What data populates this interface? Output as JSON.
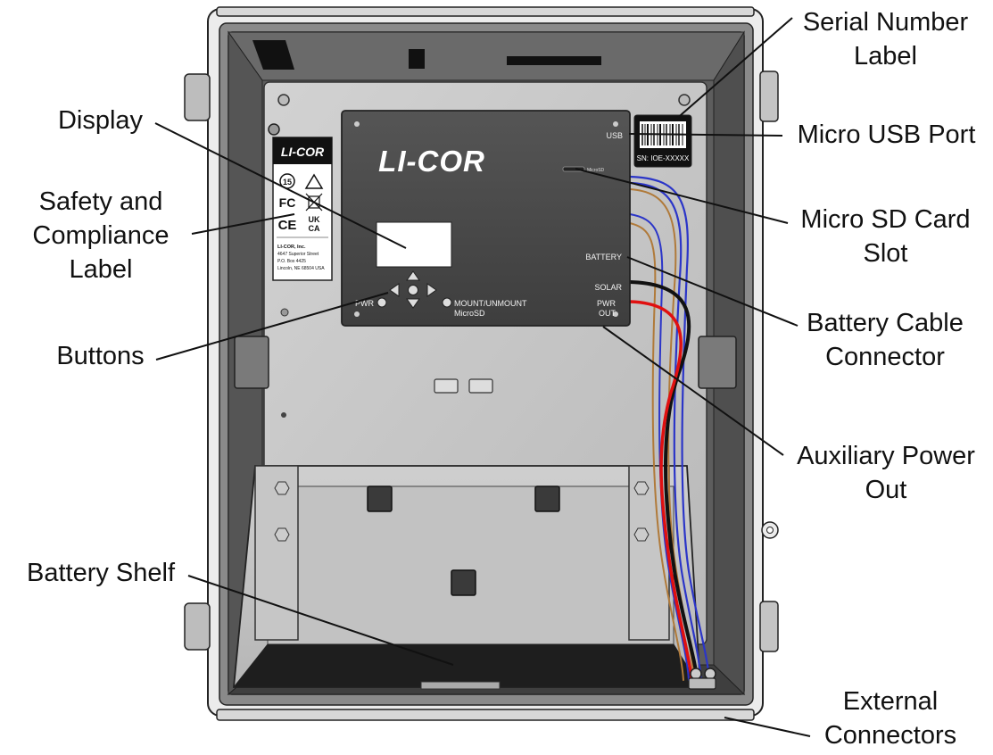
{
  "diagram": {
    "brand": "LI-COR",
    "panel_labels": {
      "usb": "USB",
      "microsd_slot": "MicroSD",
      "battery": "BATTERY",
      "solar": "SOLAR",
      "pwr_out": "PWR\nOUT",
      "pwr": "PWR",
      "mount_unmount": "MOUNT/UNMOUNT\nMicroSD"
    },
    "serial_label": "SN: IOE-XXXXX",
    "safety_label": {
      "brand": "LI-COR",
      "address": [
        "LI-COR, Inc.",
        "4647 Superior Street",
        "P.O. Box 4425",
        "Lincoln, NE 68504 USA"
      ],
      "marks": [
        "FC",
        "CE",
        "UK\nCA",
        "15"
      ]
    },
    "callouts": {
      "serial_number_label": "Serial Number\nLabel",
      "micro_usb_port": "Micro USB Port",
      "display": "Display",
      "safety_label": "Safety and\nCompliance\nLabel",
      "micro_sd_slot": "Micro SD Card\nSlot",
      "battery_cable_connector": "Battery Cable\nConnector",
      "buttons": "Buttons",
      "auxiliary_power_out": "Auxiliary Power\nOut",
      "battery_shelf": "Battery Shelf",
      "external_connectors": "External\nConnectors"
    },
    "colors": {
      "enclosure_frame": "#e6e6e6",
      "enclosure_interior": "#5a5a5a",
      "backplate": "#c9c9c9",
      "datalogger": "#4a4a4a",
      "display": "#ffffff",
      "wire_blue": "#2b35c8",
      "wire_red": "#e01010",
      "wire_black": "#111111",
      "wire_brown": "#b07a3a"
    }
  }
}
